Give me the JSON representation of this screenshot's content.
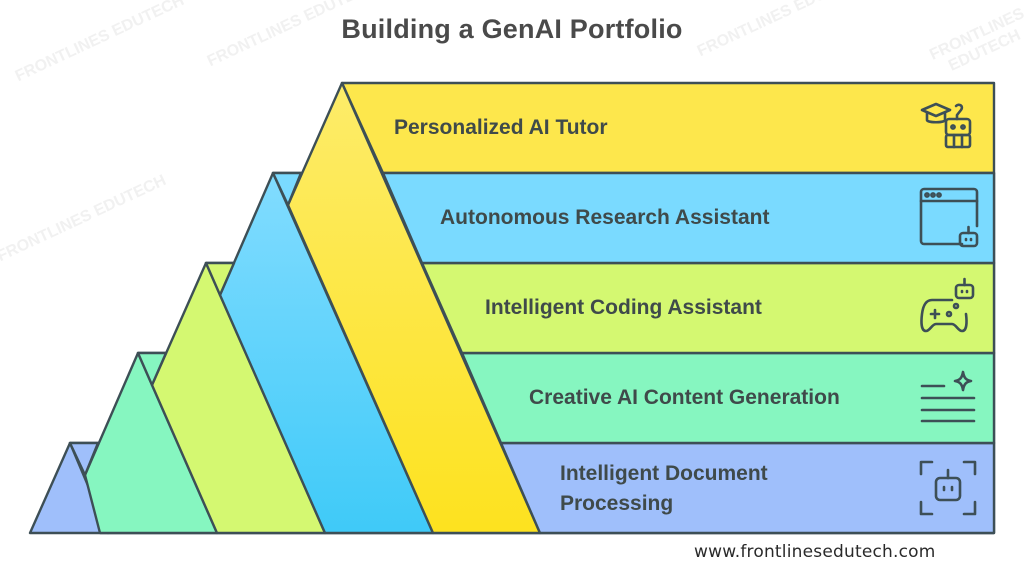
{
  "title": "Building a GenAI Portfolio",
  "footer": "www.frontlinesedutech.com",
  "watermark": "FRONTLINES EDUTECH",
  "colors": {
    "outline": "#3d4f56",
    "title_text": "#4a4a4a",
    "label_text": "#3f4a4a"
  },
  "levels": [
    {
      "label": "Personalized AI Tutor",
      "icon": "graduation-cap-robot-icon",
      "color": "#fde74c"
    },
    {
      "label": "Autonomous Research Assistant",
      "icon": "browser-window-robot-icon",
      "color": "#7adaff"
    },
    {
      "label": "Intelligent Coding Assistant",
      "icon": "gamepad-robot-icon",
      "color": "#d4f871"
    },
    {
      "label": "Creative AI Content Generation",
      "icon": "text-lines-sparkle-icon",
      "color": "#86f6c0"
    },
    {
      "label_line1": "Intelligent Document",
      "label_line2": "Processing",
      "icon": "scan-frame-robot-icon",
      "color": "#9fbffb"
    }
  ]
}
